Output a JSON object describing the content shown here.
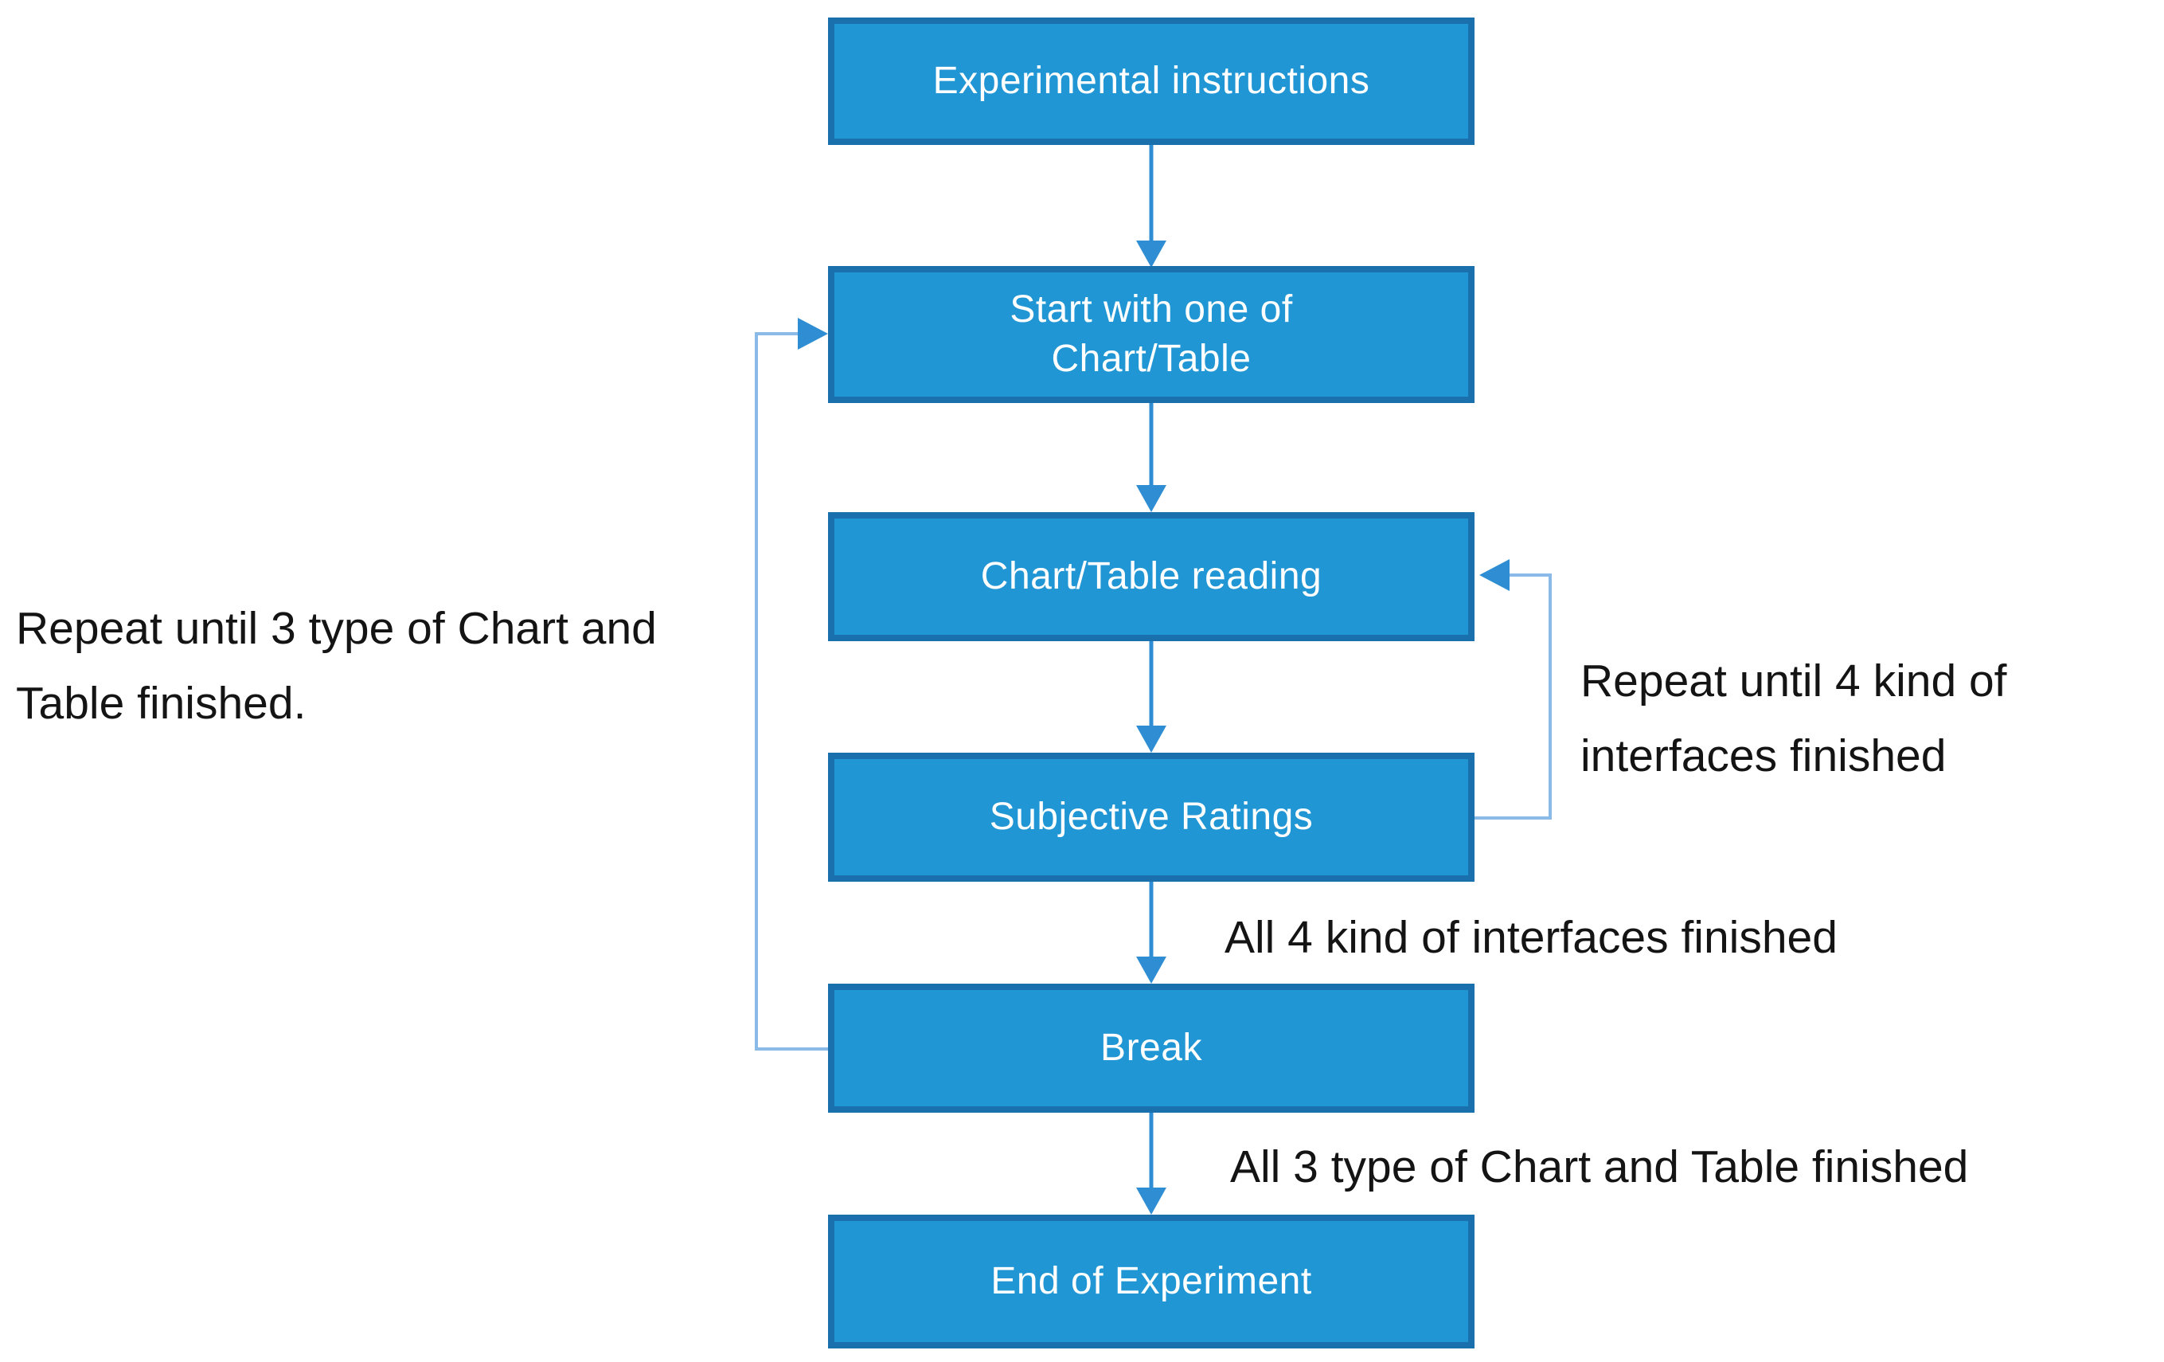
{
  "diagram_type": "flowchart",
  "colors": {
    "background": "#ffffff",
    "node_fill": "#2196d4",
    "node_border": "#1a70ac",
    "node_text": "#ffffff",
    "arrow_color": "#2f8ed3",
    "loop_line_color": "#8abbe8",
    "label_color": "#141414"
  },
  "flowchart": {
    "nodes": [
      {
        "id": "experimental-instructions",
        "label": "Experimental instructions"
      },
      {
        "id": "start-with-one-of-chart-table",
        "label": "Start with one of Chart/Table"
      },
      {
        "id": "chart-table-reading",
        "label": "Chart/Table reading"
      },
      {
        "id": "subjective-ratings",
        "label": "Subjective Ratings"
      },
      {
        "id": "break",
        "label": "Break"
      },
      {
        "id": "end-of-experiment",
        "label": "End of Experiment"
      }
    ],
    "edge_labels": {
      "all_interfaces_finished": "All 4 kind of interfaces finished",
      "all_chart_table_finished": "All 3 type of Chart and Table finished"
    },
    "loop_labels": {
      "left": "Repeat until 3 type of Chart and Table finished.",
      "right": "Repeat until 4 kind of interfaces finished"
    }
  }
}
